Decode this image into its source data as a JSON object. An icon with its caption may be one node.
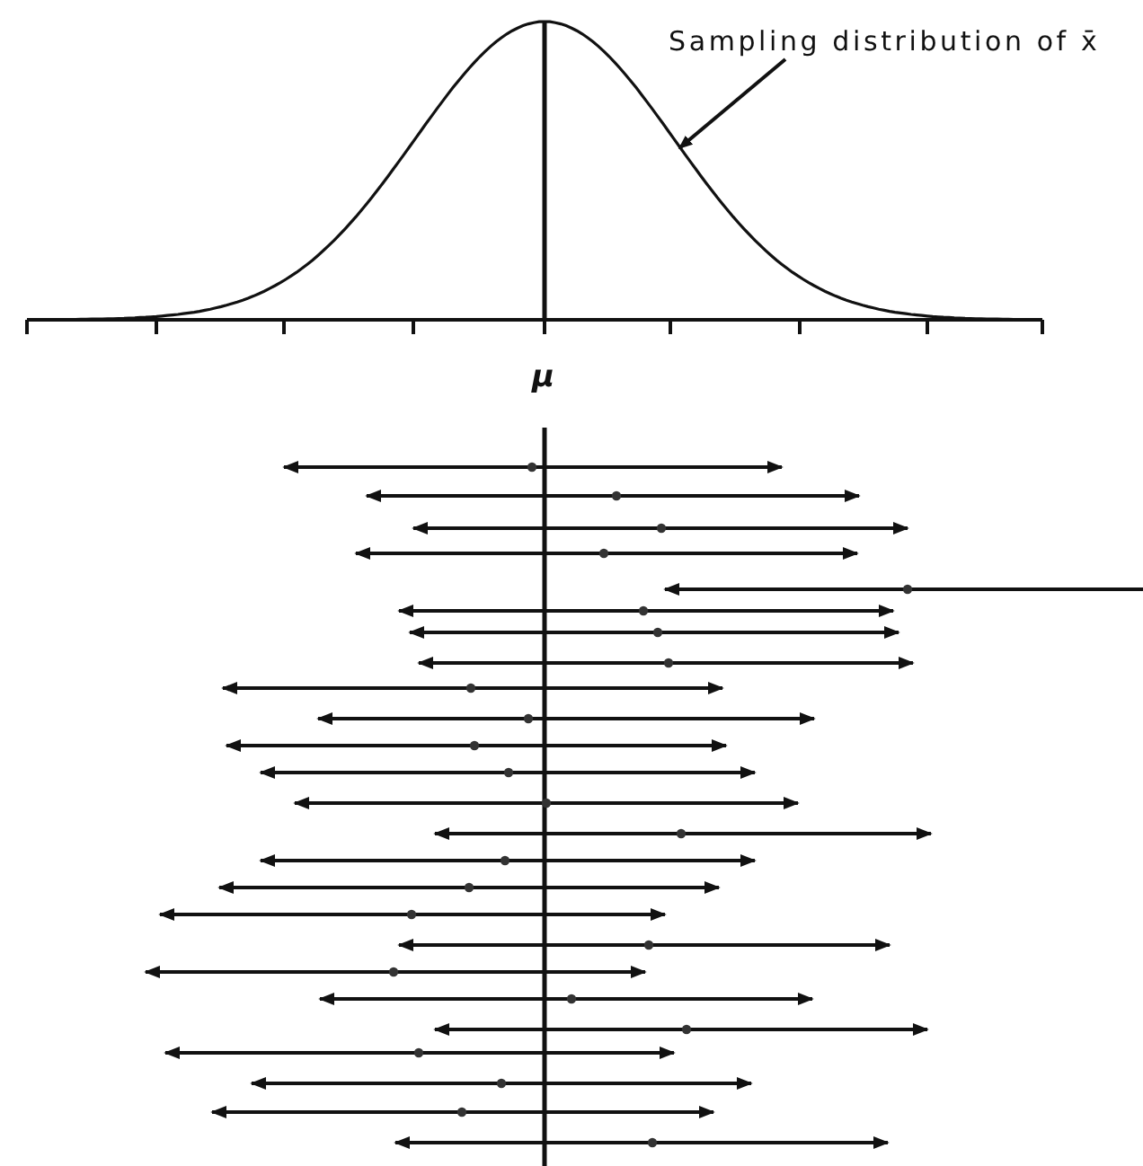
{
  "diagram": {
    "nodes": [
      {
        "text": [
          "Sampling distribution of x̄"
        ]
      },
      {
        "text": [],
        "shape": "curve"
      }
    ],
    "edges": [
      {
        "from": 0,
        "to": 1,
        "arrow": "to"
      }
    ],
    "labels": [
      "μ"
    ]
  }
}
